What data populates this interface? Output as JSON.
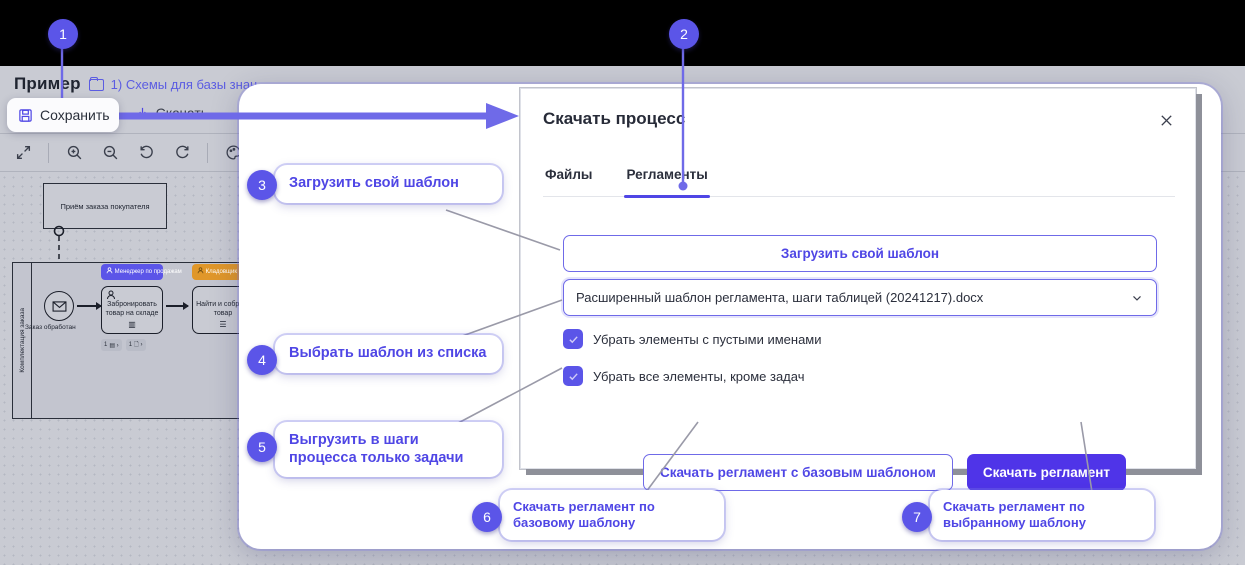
{
  "app": {
    "doc_title": "Пример",
    "breadcrumb": "1) Схемы для базы знан",
    "folder_icon": "folder-icon",
    "toolbar": {
      "save_label": "Сохранить",
      "save_icon": "save-disk-icon",
      "download_label": "Скачать",
      "download_icon": "download-icon"
    },
    "icon_toolbar": [
      {
        "name": "fit-screen-icon",
        "glyph": "⤢"
      },
      {
        "name": "zoom-in-icon",
        "glyph": "+"
      },
      {
        "name": "zoom-out-icon",
        "glyph": "−"
      },
      {
        "name": "undo-icon",
        "glyph": "↺"
      },
      {
        "name": "redo-icon",
        "glyph": "↻"
      },
      {
        "name": "palette-icon",
        "glyph": "◍"
      }
    ]
  },
  "diagram": {
    "start_box": "Приём заказа покупателя",
    "lane_label": "Комплектация заказа",
    "event_label": "Заказ обработан",
    "tasks": [
      {
        "title": "Забронировать товар на складе",
        "role": "Менеджер по продажам",
        "role_color": "#5b55e8"
      },
      {
        "title": "Найти и собрать товар",
        "role": "Кладовщик",
        "role_color": "#e0972a"
      }
    ],
    "mini_badges": [
      "1",
      "1"
    ]
  },
  "dialog": {
    "title": "Скачать процесс",
    "close_icon": "close-icon",
    "tabs": [
      {
        "label": "Файлы",
        "active": false
      },
      {
        "label": "Регламенты",
        "active": true
      }
    ],
    "upload_button": "Загрузить свой шаблон",
    "select": {
      "value": "Расширенный шаблон регламента, шаги таблицей (20241217).docx",
      "chevron_icon": "chevron-down-icon"
    },
    "checkboxes": [
      {
        "label": "Убрать элементы с пустыми именами",
        "checked": true
      },
      {
        "label": "Убрать все элементы, кроме задач",
        "checked": true
      }
    ],
    "buttons": {
      "secondary": "Скачать регламент с базовым шаблоном",
      "primary": "Скачать регламент"
    }
  },
  "annotations": {
    "accent": "#5b55e8",
    "callout_text_color": "#4f46e5",
    "items": [
      {
        "number": "1",
        "text": ""
      },
      {
        "number": "2",
        "text": ""
      },
      {
        "number": "3",
        "text": "Загрузить свой шаблон"
      },
      {
        "number": "4",
        "text": "Выбрать шаблон из списка"
      },
      {
        "number": "5",
        "text": "Выгрузить в шаги процесса только задачи"
      },
      {
        "number": "6",
        "text": "Скачать регламент по базовому шаблону"
      },
      {
        "number": "7",
        "text": "Скачать регламент по выбранному шаблону"
      }
    ]
  }
}
